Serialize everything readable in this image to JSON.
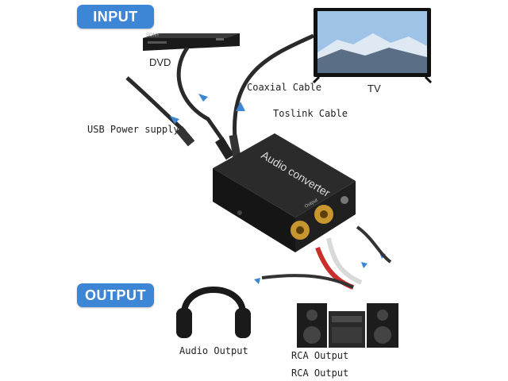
{
  "badges": {
    "input": "INPUT",
    "output": "OUTPUT"
  },
  "devices": {
    "dvd": {
      "label": "DVD",
      "brand": "SONY"
    },
    "tv": {
      "label": "TV"
    },
    "converter": {
      "label": "Audio converter",
      "port_label": "Output"
    }
  },
  "cables": {
    "coaxial": "Coaxial Cable",
    "toslink": "Toslink Cable",
    "usb": "USB Power supply"
  },
  "outputs": {
    "headphones": "Audio Output",
    "rca_1": "RCA Output",
    "rca_2": "RCA Output"
  },
  "colors": {
    "badge": "#3d86d6",
    "arrow": "#3d86d6",
    "device": "#1c1c1c"
  }
}
